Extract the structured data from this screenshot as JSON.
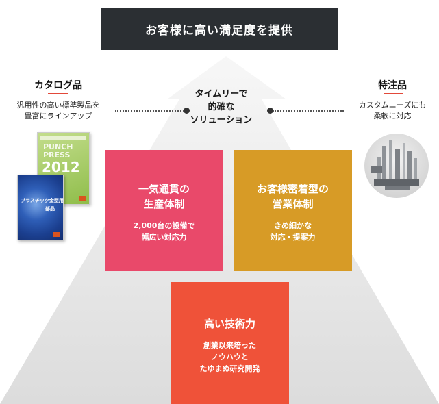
{
  "banner": {
    "title": "お客様に高い満足度を提供"
  },
  "center": {
    "lines": [
      "タイムリーで",
      "的確な",
      "ソリューション"
    ]
  },
  "left": {
    "title": "カタログ品",
    "desc_lines": [
      "汎用性の高い標準製品を",
      "豊富にラインアップ"
    ],
    "book1": {
      "line1": "PUNCH",
      "line2": "PRESS",
      "line3": "2012"
    },
    "book2": {
      "line1": "プラスチック金型用",
      "line2": "部品"
    }
  },
  "right": {
    "title": "特注品",
    "desc_lines": [
      "カスタムニーズにも",
      "柔軟に対応"
    ]
  },
  "boxes": {
    "pink": {
      "title_lines": [
        "一気通貫の",
        "生産体制"
      ],
      "sub_lines": [
        "2,000台の設備で",
        "幅広い対応力"
      ]
    },
    "gold": {
      "title_lines": [
        "お客様密着型の",
        "営業体制"
      ],
      "sub_lines": [
        "きめ細かな",
        "対応・提案力"
      ]
    },
    "orange": {
      "title_lines": [
        "高い技術力"
      ],
      "sub_lines": [
        "創業以来培った",
        "ノウハウと",
        "たゆまぬ研究開発"
      ]
    }
  },
  "colors": {
    "banner": "#2b2f33",
    "pink": "#e9496a",
    "gold": "#d79b26",
    "orange": "#ef5239",
    "accent_rule": "#e2493a"
  }
}
